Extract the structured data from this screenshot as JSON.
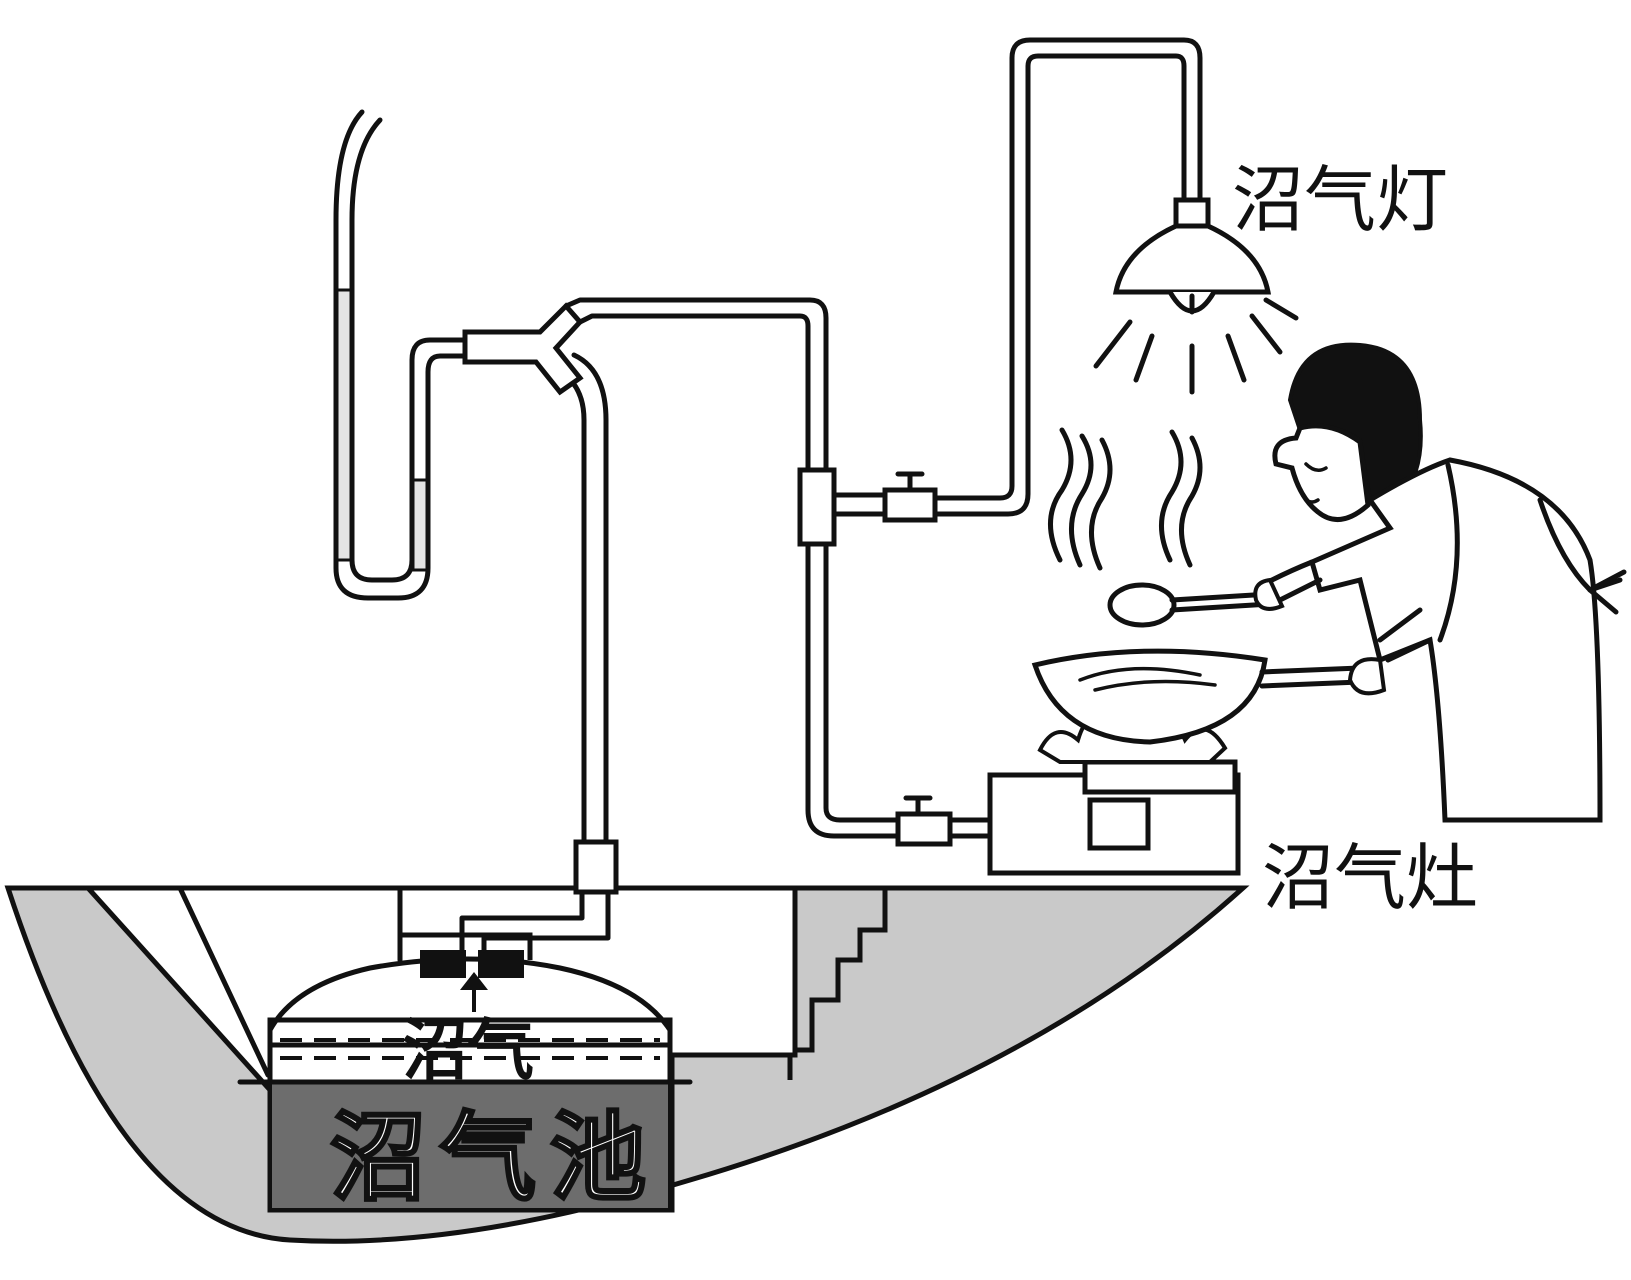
{
  "labels": {
    "lamp": "沼气灯",
    "stove": "沼气灶",
    "gas": "沼气",
    "tank": "沼气池"
  },
  "colors": {
    "ink": "#111111",
    "ground": "#c9c9c9",
    "slurry": "#6d6d6d",
    "paper": "#ffffff"
  }
}
